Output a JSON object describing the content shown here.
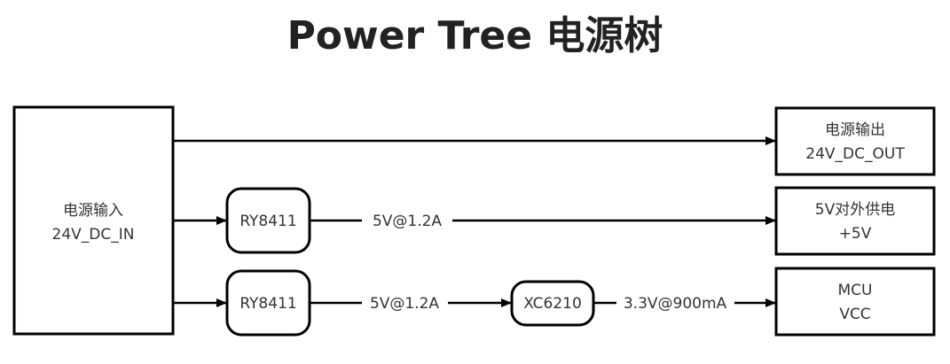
{
  "title": "Power Tree 电源树",
  "nodes": {
    "input": {
      "line1": "电源输入",
      "line2": "24V_DC_IN"
    },
    "out24": {
      "line1": "电源输出",
      "line2": "24V_DC_OUT"
    },
    "reg1": {
      "line1": "RY8411"
    },
    "reg2": {
      "line1": "RY8411"
    },
    "ldo": {
      "line1": "XC6210"
    },
    "out5": {
      "line1": "5V对外供电",
      "line2": "+5V"
    },
    "mcu": {
      "line1": "MCU",
      "line2": "VCC"
    }
  },
  "edges": {
    "reg1_out": "5V@1.2A",
    "reg2_out": "5V@1.2A",
    "ldo_out": "3.3V@900mA"
  }
}
